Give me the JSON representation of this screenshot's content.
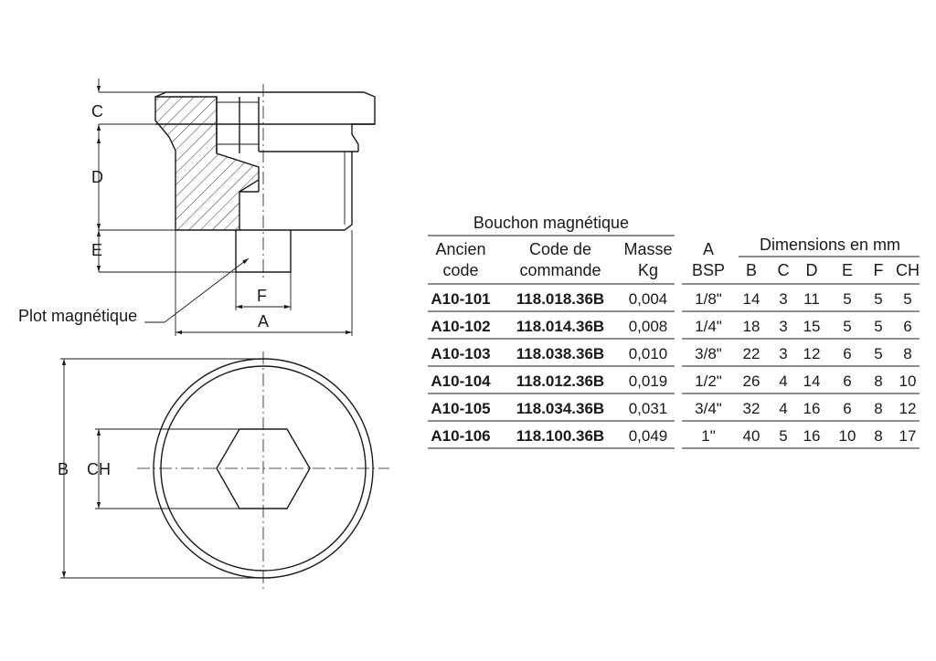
{
  "labels": {
    "c": "C",
    "d": "D",
    "e": "E",
    "f": "F",
    "a": "A",
    "b": "B",
    "ch": "CH",
    "plot": "Plot magnétique"
  },
  "table": {
    "title": "Bouchon magnétique",
    "headers": {
      "ancien": [
        "Ancien",
        "code"
      ],
      "code": [
        "Code de",
        "commande"
      ],
      "masse": [
        "Masse",
        "Kg"
      ],
      "a": [
        "A",
        "BSP"
      ],
      "dims": "Dimensions en mm",
      "dim_cols": [
        "B",
        "C",
        "D",
        "E",
        "F",
        "CH"
      ]
    },
    "rows": [
      {
        "ancien": "A10-101",
        "code": "118.018.36B",
        "masse": "0,004",
        "a": "1/8\"",
        "dims": [
          "14",
          "3",
          "11",
          "5",
          "5",
          "5"
        ]
      },
      {
        "ancien": "A10-102",
        "code": "118.014.36B",
        "masse": "0,008",
        "a": "1/4\"",
        "dims": [
          "18",
          "3",
          "15",
          "5",
          "5",
          "6"
        ]
      },
      {
        "ancien": "A10-103",
        "code": "118.038.36B",
        "masse": "0,010",
        "a": "3/8\"",
        "dims": [
          "22",
          "3",
          "12",
          "6",
          "5",
          "8"
        ]
      },
      {
        "ancien": "A10-104",
        "code": "118.012.36B",
        "masse": "0,019",
        "a": "1/2\"",
        "dims": [
          "26",
          "4",
          "14",
          "6",
          "8",
          "10"
        ]
      },
      {
        "ancien": "A10-105",
        "code": "118.034.36B",
        "masse": "0,031",
        "a": "3/4\"",
        "dims": [
          "32",
          "4",
          "16",
          "6",
          "8",
          "12"
        ]
      },
      {
        "ancien": "A10-106",
        "code": "118.100.36B",
        "masse": "0,049",
        "a": "1\"",
        "dims": [
          "40",
          "5",
          "16",
          "10",
          "8",
          "17"
        ]
      }
    ]
  }
}
